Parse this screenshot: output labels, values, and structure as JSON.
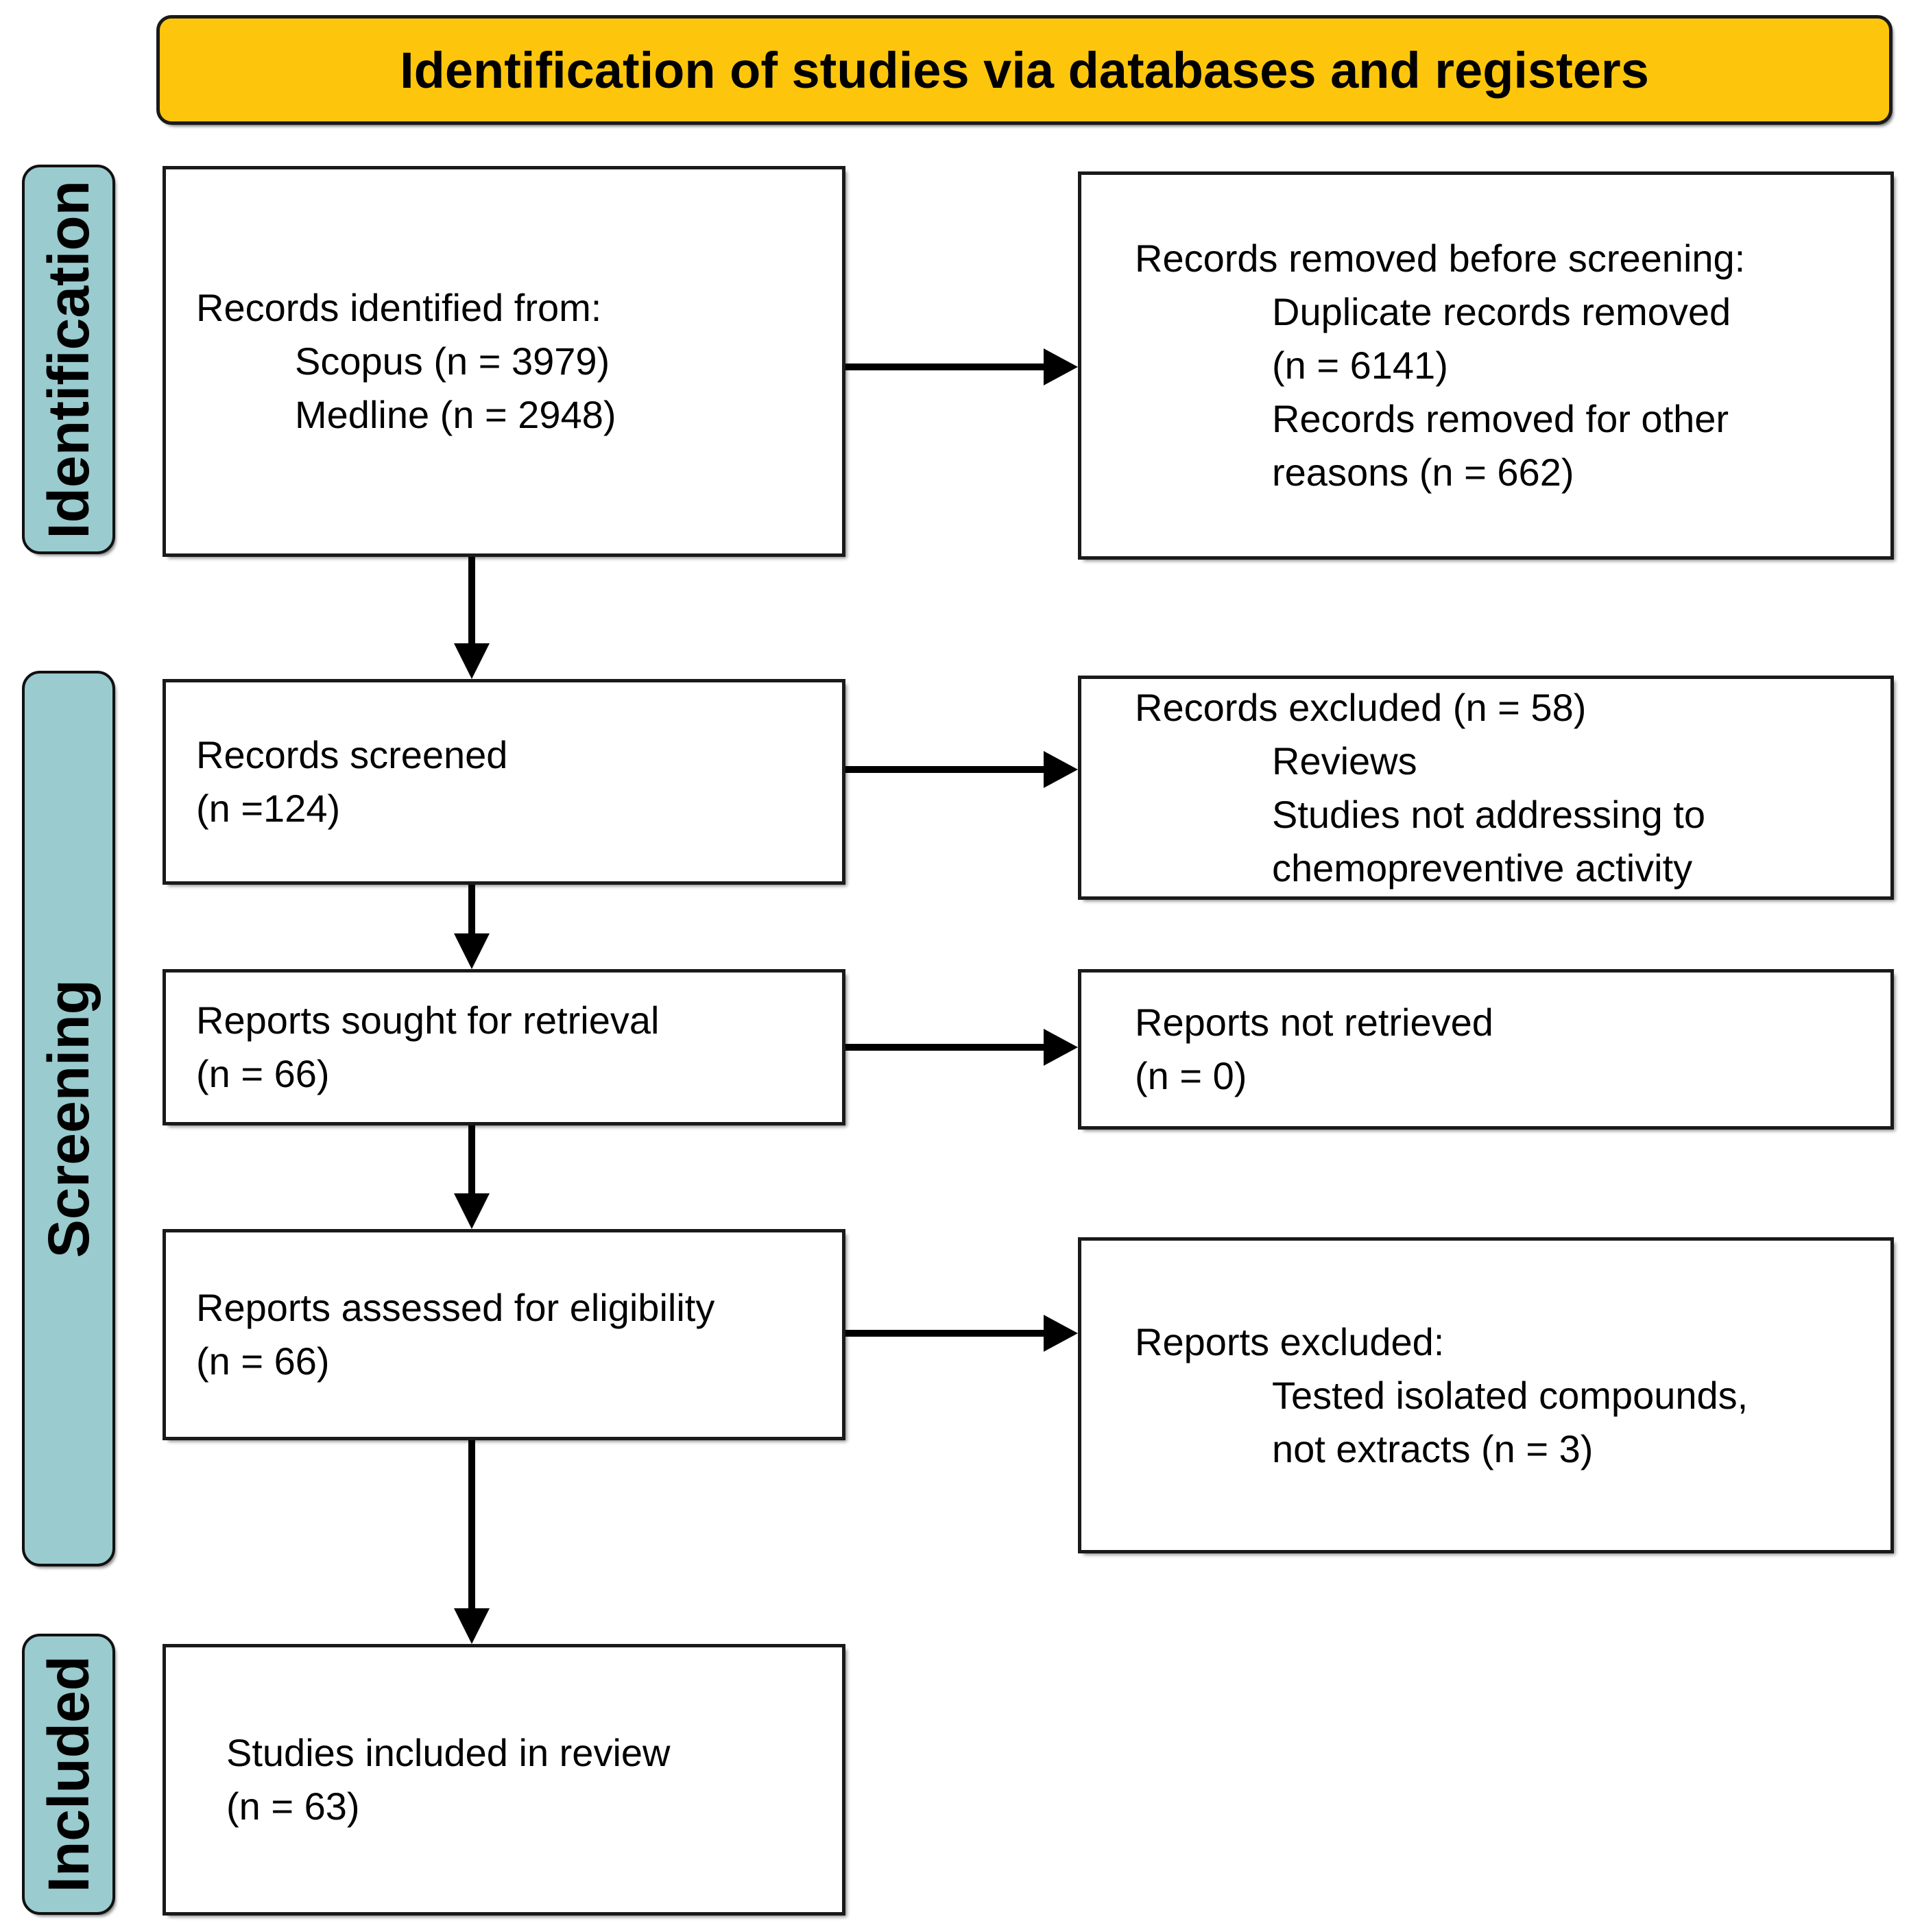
{
  "title": {
    "text": "Identification of studies via databases and registers"
  },
  "colors": {
    "banner_fill": "#FDC60D",
    "sidebar_fill": "#9ACBCE",
    "line_color": "#000000"
  },
  "sidebar": {
    "identification_label": "Identification",
    "screening_label": "Screening",
    "included_label": "Included"
  },
  "boxes": {
    "identified": {
      "lines": [
        {
          "text": "Records identified from:",
          "indent": 0
        },
        {
          "text": "Scopus (n = 3979)",
          "indent": 1
        },
        {
          "text": "Medline (n = 2948)",
          "indent": 1
        }
      ]
    },
    "removed_before_screening": {
      "lines": [
        {
          "text": "Records removed before screening:",
          "indent": 0
        },
        {
          "text": "Duplicate records removed",
          "indent": 1
        },
        {
          "text": "(n = 6141)",
          "indent": 1
        },
        {
          "text": "Records removed for other",
          "indent": 1
        },
        {
          "text": "reasons (n = 662)",
          "indent": 1
        }
      ]
    },
    "screened": {
      "lines": [
        {
          "text": "Records screened",
          "indent": 0
        },
        {
          "text": "(n =124)",
          "indent": 0
        }
      ]
    },
    "records_excluded": {
      "lines": [
        {
          "text": "Records excluded (n = 58)",
          "indent": 0
        },
        {
          "text": "Reviews",
          "indent": 1
        },
        {
          "text": "Studies not addressing to",
          "indent": 1
        },
        {
          "text": "chemopreventive activity",
          "indent": 1
        }
      ]
    },
    "sought": {
      "lines": [
        {
          "text": "Reports sought for retrieval",
          "indent": 0
        },
        {
          "text": "(n = 66)",
          "indent": 0
        }
      ]
    },
    "not_retrieved": {
      "lines": [
        {
          "text": "Reports not retrieved",
          "indent": 0
        },
        {
          "text": "(n = 0)",
          "indent": 0
        }
      ]
    },
    "assessed": {
      "lines": [
        {
          "text": "Reports assessed for eligibility",
          "indent": 0
        },
        {
          "text": "(n = 66)",
          "indent": 0
        }
      ]
    },
    "reports_excluded": {
      "lines": [
        {
          "text": "Reports excluded:",
          "indent": 0
        },
        {
          "text": "Tested isolated compounds,",
          "indent": 1
        },
        {
          "text": "not extracts (n = 3)",
          "indent": 1
        }
      ]
    },
    "included_in_review": {
      "lines": [
        {
          "text": "Studies included in review",
          "indent": 0
        },
        {
          "text": "(n = 63)",
          "indent": 0
        }
      ]
    }
  }
}
